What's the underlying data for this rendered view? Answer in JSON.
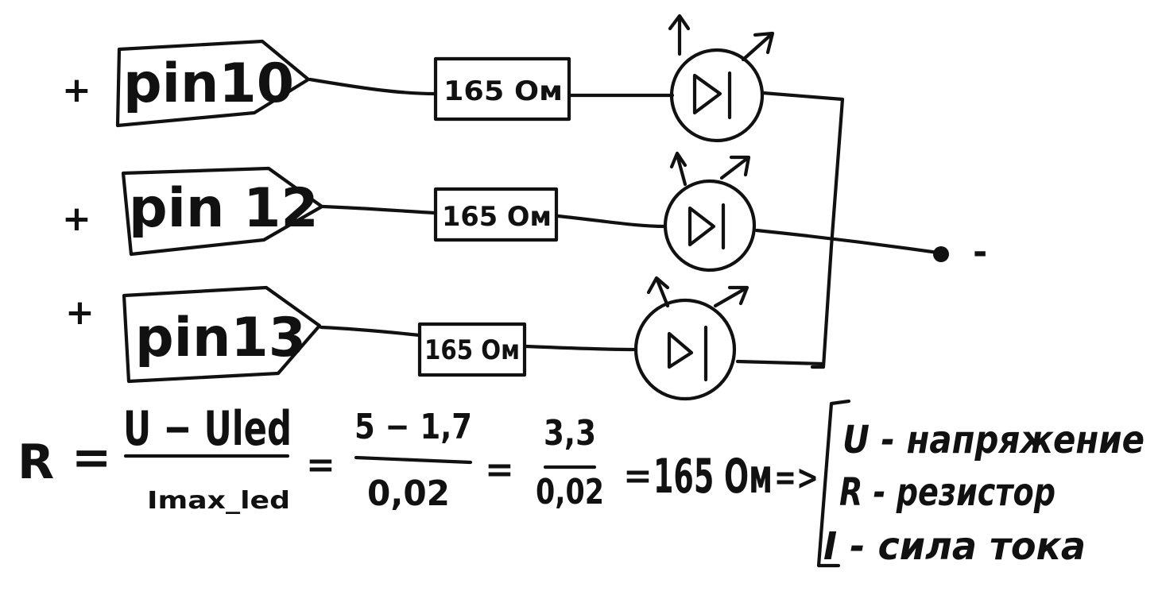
{
  "rows": [
    {
      "sign": "+",
      "pin_label": "pin10",
      "resistor_label": "165 Ом"
    },
    {
      "sign": "+",
      "pin_label": "pin 12",
      "resistor_label": "165 Ом"
    },
    {
      "sign": "+",
      "pin_label": "pin13",
      "resistor_label": "165 Ом"
    }
  ],
  "output_sign": "-",
  "formula": {
    "lhs": "R",
    "eq1": "=",
    "num1": "U − Uled",
    "den1": "Imax_led",
    "eq2": "=",
    "num2": "5 − 1,7",
    "den2": "0,02",
    "eq3": "=",
    "num3": "3,3",
    "den3": "0,02",
    "eq4": "=",
    "result": "165 Ом",
    "arrow": "=>"
  },
  "legend": [
    "U - напряжение",
    "R - резистор",
    "I - сила тока"
  ]
}
